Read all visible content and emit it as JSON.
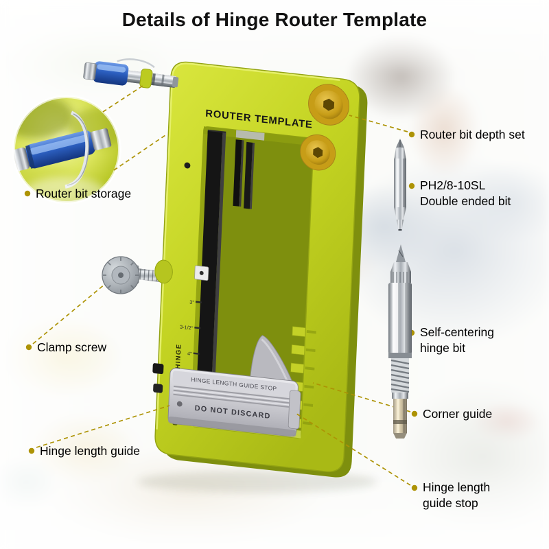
{
  "title": "Details of Hinge Router Template",
  "product": {
    "plate_label": "ROUTER TEMPLATE",
    "guide_stop_line1": "HINGE LENGTH GUIDE STOP",
    "guide_stop_line2": "DO NOT DISCARD",
    "scale_word": "HINGE",
    "scale_marks": [
      "3\"",
      "3-1/2\"",
      "4\""
    ]
  },
  "callouts": {
    "router_bit_storage": "Router bit storage",
    "clamp_screw": "Clamp screw",
    "hinge_length_guide": "Hinge length guide",
    "router_bit_depth_set": "Router bit depth set",
    "double_ended_bit": "PH2/8-10SL\nDouble ended bit",
    "self_centering_hinge_bit": "Self-centering\nhinge bit",
    "corner_guide": "Corner guide",
    "hinge_length_guide_stop": "Hinge length\nguide stop"
  },
  "colors": {
    "template_green": "#c3d322",
    "template_green_dark": "#7e8f0e",
    "depth_circle_gold": "#c79d17",
    "leader": "#ad9305",
    "label_text": "#000000",
    "title_text": "#111111",
    "bit_blue": "#2c5fc0",
    "guide_gray": "#c6c6cc"
  }
}
